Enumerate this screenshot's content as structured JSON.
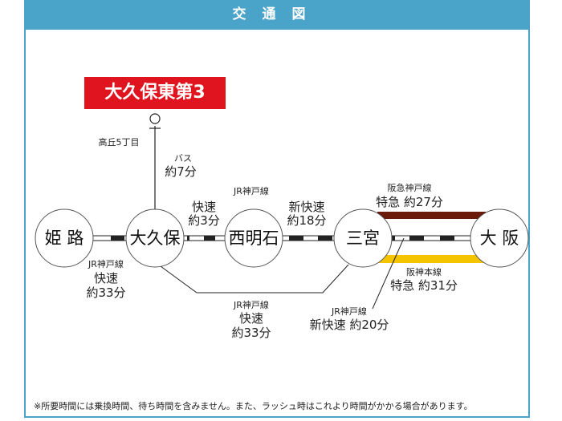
{
  "header": {
    "title": "交通図"
  },
  "destination": {
    "label": "大久保東第3"
  },
  "bus_stop": {
    "label": "高丘5丁目"
  },
  "bus": {
    "mode": "バス",
    "time": "約7分"
  },
  "stations": [
    "姫 路",
    "大久保",
    "西明石",
    "三宮",
    "大 阪"
  ],
  "segments": {
    "himeji_okubo": {
      "line": "JR神戸線",
      "type": "快速",
      "time": "約33分"
    },
    "okubo_nishiakashi": {
      "type": "快速",
      "time": "約3分"
    },
    "nishiakashi_sannomiya": {
      "line": "JR神戸線",
      "type": "新快速",
      "time": "約18分"
    },
    "okubo_sannomiya": {
      "line": "JR神戸線",
      "type": "快速",
      "time": "約33分"
    },
    "hankyu": {
      "line": "阪急神戸線",
      "service": "特急 約27分"
    },
    "hanshin": {
      "line": "阪神本線",
      "service": "特急 約31分"
    },
    "jr_sannomiya_osaka": {
      "line": "JR神戸線",
      "service": "新快速 約20分"
    }
  },
  "colors": {
    "header": "#4aa3c8",
    "badge": "#e0141e",
    "hankyu": "#6b1a0a",
    "hanshin": "#f5c400"
  },
  "footnote": "※所要時間には乗換時間、待ち時間を含みません。また、ラッシュ時はこれより時間がかかる場合があります。"
}
